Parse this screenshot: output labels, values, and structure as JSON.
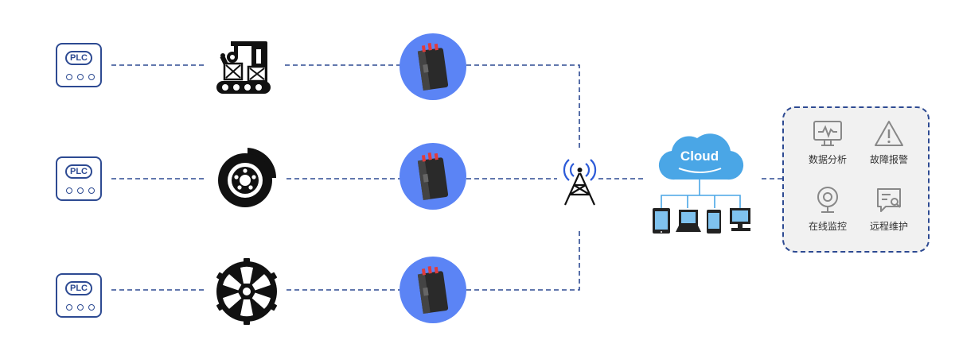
{
  "devices": [
    {
      "plc_label": "PLC"
    },
    {
      "plc_label": "PLC"
    },
    {
      "plc_label": "PLC"
    }
  ],
  "cloud": {
    "label": "Cloud"
  },
  "features": [
    {
      "label": "数据分析",
      "icon": "monitor-chart-icon"
    },
    {
      "label": "故障报警",
      "icon": "warning-triangle-icon"
    },
    {
      "label": "在线监控",
      "icon": "webcam-icon"
    },
    {
      "label": "远程维护",
      "icon": "search-document-icon"
    }
  ],
  "colors": {
    "line": "#2d4a92",
    "router_circle": "#5b84f5",
    "cloud": "#4aa6e6",
    "icon_gray": "#888888"
  }
}
